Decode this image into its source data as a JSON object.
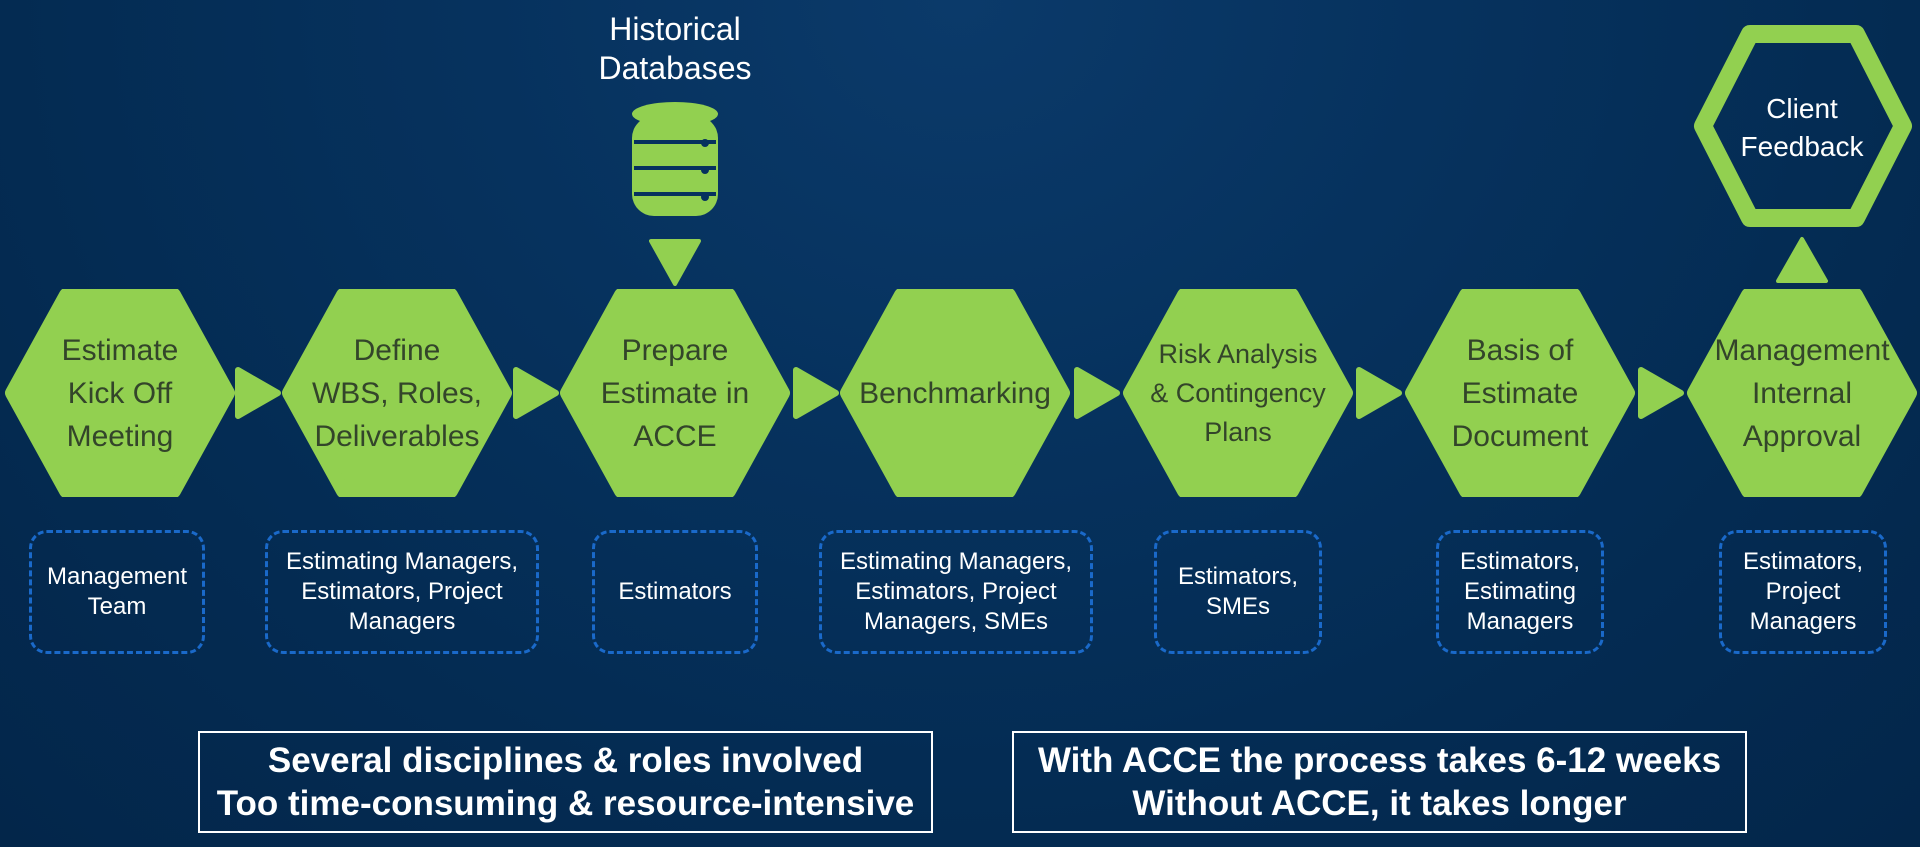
{
  "colors": {
    "background": "#042b52",
    "accent_green": "#92d050",
    "hex_text": "#33452a",
    "dashed_border": "#1a69c9",
    "text_white": "#ffffff"
  },
  "historical": {
    "label": "Historical\nDatabases",
    "icon": "database-icon"
  },
  "client_feedback": {
    "label": "Client\nFeedback"
  },
  "steps": [
    {
      "label": "Estimate\nKick Off\nMeeting",
      "roles": "Management\nTeam"
    },
    {
      "label": "Define\nWBS, Roles,\nDeliverables",
      "roles": "Estimating Managers,\nEstimators, Project\nManagers"
    },
    {
      "label": "Prepare\nEstimate in\nACCE",
      "roles": "Estimators"
    },
    {
      "label": "Benchmarking",
      "roles": "Estimating Managers,\nEstimators, Project\nManagers, SMEs"
    },
    {
      "label": "Risk Analysis\n& Contingency\nPlans",
      "roles": "Estimators,\nSMEs"
    },
    {
      "label": "Basis of\nEstimate\nDocument",
      "roles": "Estimators,\nEstimating\nManagers"
    },
    {
      "label": "Management\nInternal\nApproval",
      "roles": "Estimators,\nProject\nManagers"
    }
  ],
  "notes": {
    "left": {
      "line1": "Several disciplines & roles involved",
      "line2": "Too time-consuming & resource-intensive"
    },
    "right": {
      "line1": "With ACCE the process takes 6-12 weeks",
      "line2": "Without ACCE, it takes longer"
    }
  }
}
